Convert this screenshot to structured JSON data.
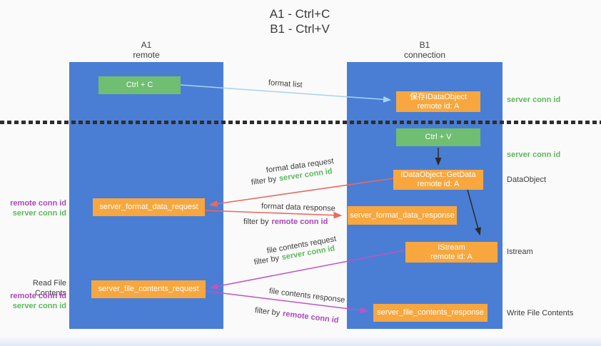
{
  "title": {
    "line1": "A1 - Ctrl+C",
    "line2": "B1 - Ctrl+V"
  },
  "columns": {
    "a1": {
      "name": "A1",
      "role": "remote"
    },
    "b1": {
      "name": "B1",
      "role": "connection"
    }
  },
  "nodes": {
    "ctrl_c": {
      "label": "Ctrl + C"
    },
    "ctrl_v": {
      "label": "Ctrl + V"
    },
    "save_dataobject": {
      "line1": "保存IDataObject",
      "line2": "remote id: A"
    },
    "getdata": {
      "line1": "IDataObject::GetData",
      "line2": "remote id: A"
    },
    "istream": {
      "line1": "IStream",
      "line2": "remote id: A"
    },
    "format_request": {
      "label": "server_format_data_request"
    },
    "format_response": {
      "label": "server_format_data_response"
    },
    "file_request": {
      "label": "server_file_contents_request"
    },
    "file_response": {
      "label": "server_file_contents_response"
    }
  },
  "annotations": {
    "right": {
      "server_conn_id_top": "server conn id",
      "server_conn_id_mid": "server conn id",
      "dataobject": "DataObject",
      "istream": "Istream",
      "write_file_contents": "Write File Contents"
    },
    "left": {
      "format": {
        "remote_conn_id": "remote conn id",
        "server_conn_id": "server conn id"
      },
      "read_file_contents": "Read File Contents",
      "file": {
        "remote_conn_id": "remote conn id",
        "server_conn_id": "server conn id"
      }
    }
  },
  "arrow_labels": {
    "format_list": "format list",
    "format_data_request": "format data request",
    "format_data_response": "format data response",
    "file_contents_request": "file contents request",
    "file_contents_response": "file contents response",
    "filter_by": "filter by",
    "server_conn_id": "server conn id",
    "remote_conn_id": "remote conn id"
  },
  "colors": {
    "background": "#fafafa",
    "blue_panel": "#4a7ed4",
    "orange_box": "#f7a73e",
    "green_box": "#6fbe71",
    "green_text": "#5cb85c",
    "purple_text": "#ab47bc",
    "red_arrow": "#e96a5e",
    "magenta_arrow": "#bf54c4",
    "lightblue_arrow": "#a8d2f0",
    "dark_arrow": "#2b2b2b",
    "dark_text": "#3c3c3c",
    "dotted_line": "#2e2e2e"
  }
}
